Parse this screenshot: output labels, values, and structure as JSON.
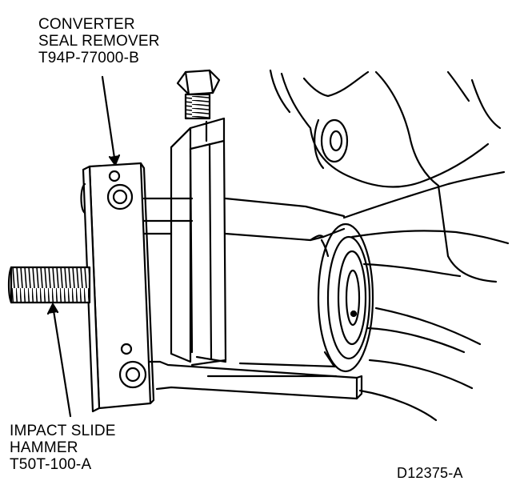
{
  "labels": {
    "seal_remover": {
      "line1": "CONVERTER",
      "line2": "SEAL REMOVER",
      "line3": "T94P-77000-B"
    },
    "slide_hammer": {
      "line1": "IMPACT SLIDE",
      "line2": "HAMMER",
      "line3": "T50T-100-A"
    },
    "figure_id": "D12375-A"
  },
  "colors": {
    "ink": "#000000",
    "paper": "#ffffff"
  }
}
